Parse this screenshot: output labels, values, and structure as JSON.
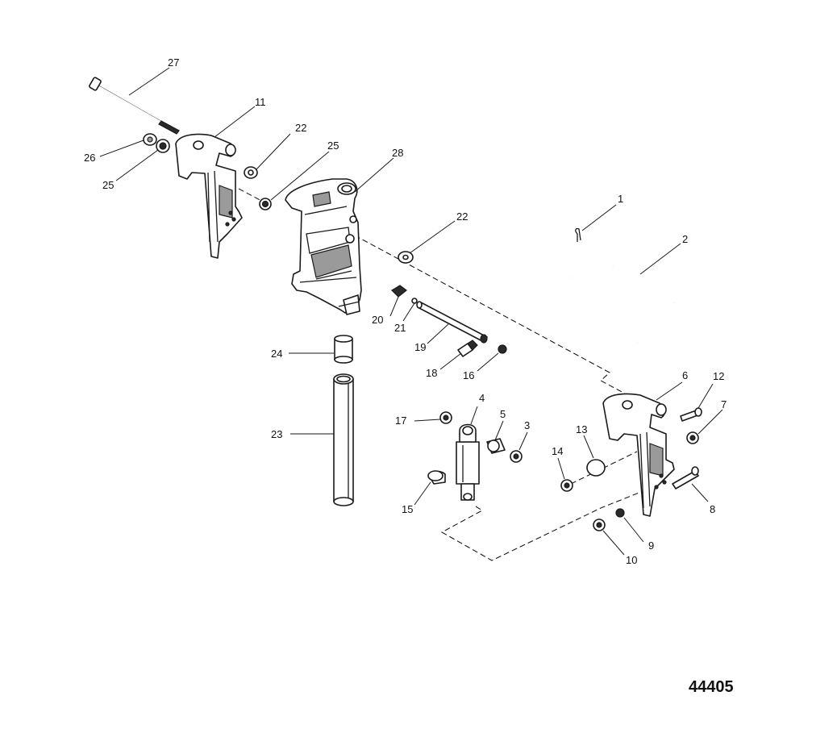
{
  "callouts": {
    "c1": "1",
    "c2": "2",
    "c3": "3",
    "c4": "4",
    "c5": "5",
    "c6": "6",
    "c7": "7",
    "c8": "8",
    "c9": "9",
    "c10": "10",
    "c11": "11",
    "c12": "12",
    "c13": "13",
    "c14": "14",
    "c15": "15",
    "c16": "16",
    "c17": "17",
    "c18": "18",
    "c19": "19",
    "c20": "20",
    "c21": "21",
    "c22a": "22",
    "c22b": "22",
    "c23": "23",
    "c24": "24",
    "c25a": "25",
    "c25b": "25",
    "c26": "26",
    "c27": "27",
    "c28": "28"
  },
  "diagram_number": "44405"
}
